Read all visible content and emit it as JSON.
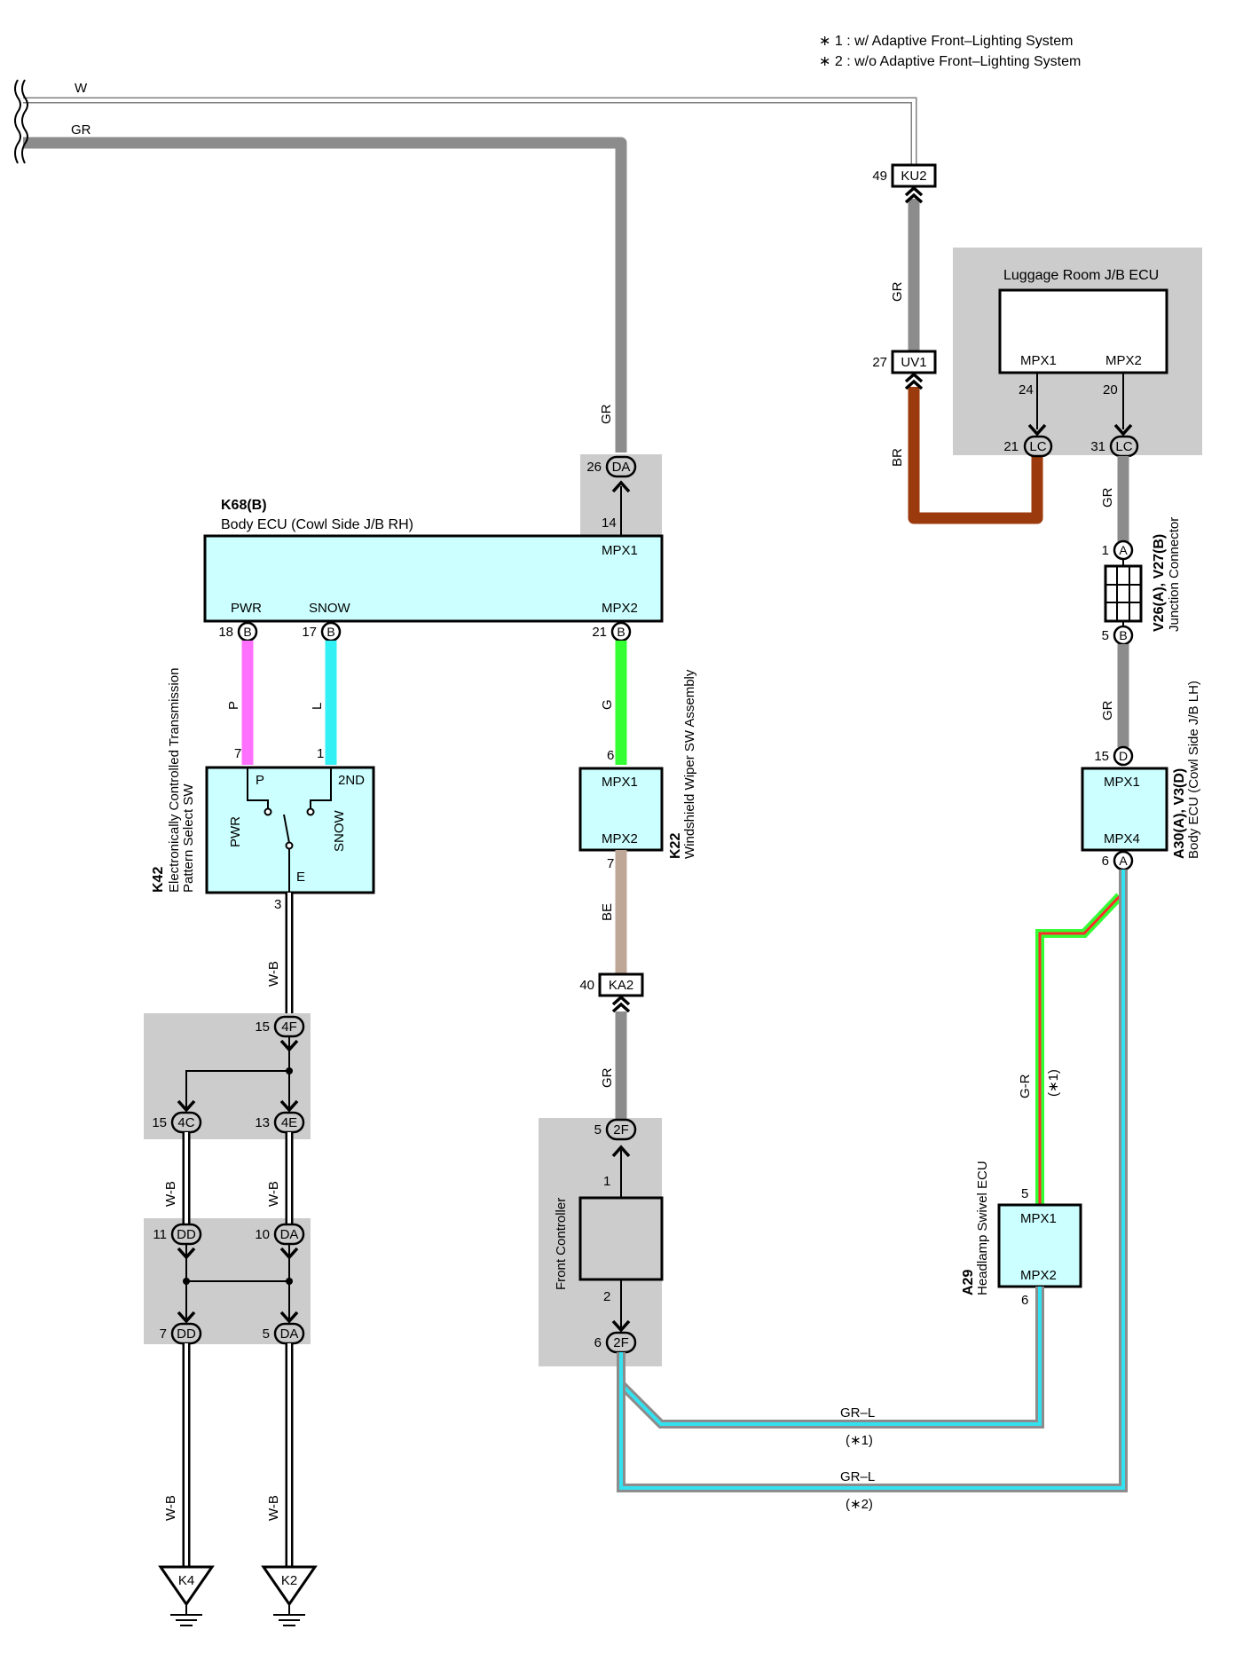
{
  "legend": {
    "note1": "∗ 1 : w/ Adaptive Front–Lighting System",
    "note2": "∗ 2 : w/o Adaptive Front–Lighting System"
  },
  "wire_colors": {
    "W": "#ffffff",
    "GR": "#8c8c8c",
    "BR": "#9b3a0c",
    "P": "#ff70ff",
    "L": "#33f0f5",
    "G": "#33ff33",
    "BE": "#bfa797",
    "W-B": "#ffffff",
    "G-R": "#ff2a2a",
    "GR-L": "#33e2f0",
    "component_fill": "#ccffff",
    "junction_shade": "#cccccc"
  },
  "wires": {
    "w_top": "W",
    "gr_top": "GR",
    "gr_da": "GR",
    "gr_ku2": "GR",
    "br": "BR",
    "gr_lc": "GR",
    "gr_v": "GR",
    "p": "P",
    "l": "L",
    "g": "G",
    "be": "BE",
    "gr_ka2": "GR",
    "wb_main": "W-B",
    "wb_left": "W-B",
    "wb_right": "W-B",
    "wb_bottom_left": "W-B",
    "wb_bottom_right": "W-B",
    "gr_r": "G-R",
    "gr_r_note": "(∗1)",
    "grl_1": "GR–L",
    "grl_1_note": "(∗1)",
    "grl_2": "GR–L",
    "grl_2_note": "(∗2)"
  },
  "connectors": {
    "ku2": {
      "pin": "49",
      "code": "KU2"
    },
    "uv1": {
      "pin": "27",
      "code": "UV1"
    },
    "ka2": {
      "pin": "40",
      "code": "KA2"
    },
    "da_top": {
      "pin": "26",
      "code": "DA"
    },
    "lc_21": {
      "pin": "21",
      "code": "LC"
    },
    "lc_31": {
      "pin": "31",
      "code": "LC"
    },
    "v_a": {
      "pin": "1",
      "code": "A"
    },
    "v_b": {
      "pin": "5",
      "code": "B"
    },
    "d15": {
      "pin": "15",
      "code": "D"
    },
    "a6": {
      "pin": "6",
      "code": "A"
    },
    "b18": {
      "pin": "18",
      "code": "B"
    },
    "b17": {
      "pin": "17",
      "code": "B"
    },
    "b21": {
      "pin": "21",
      "code": "B"
    },
    "j4f": {
      "pin": "15",
      "code": "4F"
    },
    "j4c": {
      "pin": "15",
      "code": "4C"
    },
    "j4e": {
      "pin": "13",
      "code": "4E"
    },
    "jdd11": {
      "pin": "11",
      "code": "DD"
    },
    "jda10": {
      "pin": "10",
      "code": "DA"
    },
    "jdd7": {
      "pin": "7",
      "code": "DD"
    },
    "jda5": {
      "pin": "5",
      "code": "DA"
    },
    "j2f5": {
      "pin": "5",
      "code": "2F"
    },
    "j2f6": {
      "pin": "6",
      "code": "2F"
    }
  },
  "components": {
    "luggage": {
      "title": "Luggage Room J/B ECU",
      "mpx1": "MPX1",
      "mpx2": "MPX2",
      "pin1": "24",
      "pin2": "20"
    },
    "k68": {
      "code": "K68(B)",
      "name": "Body ECU (Cowl Side J/B RH)",
      "pwr": "PWR",
      "snow": "SNOW",
      "mpx1": "MPX1",
      "mpx2": "MPX2",
      "pin14": "14"
    },
    "v26": {
      "code": "V26(A), V27(B)",
      "name": "Junction Connector"
    },
    "a30": {
      "code": "A30(A), V3(D)",
      "name": "Body ECU (Cowl Side J/B LH)",
      "mpx1": "MPX1",
      "mpx4": "MPX4"
    },
    "k42": {
      "code": "K42",
      "name1": "Electronically Controlled Transmission",
      "name2": "Pattern Select SW",
      "p": "P",
      "nd2": "2ND",
      "pwr": "PWR",
      "snow": "SNOW",
      "e": "E",
      "pin7": "7",
      "pin1": "1",
      "pin3": "3"
    },
    "k22": {
      "code": "K22",
      "name": "Windshield Wiper SW Assembly",
      "mpx1": "MPX1",
      "mpx2": "MPX2",
      "pin6": "6",
      "pin7": "7"
    },
    "front": {
      "name": "Front Controller",
      "pin1": "1",
      "pin2": "2"
    },
    "a29": {
      "code": "A29",
      "name": "Headlamp Swivel ECU",
      "mpx1": "MPX1",
      "mpx2": "MPX2",
      "pin5": "5",
      "pin6": "6"
    },
    "grounds": {
      "k4": "K4",
      "k2": "K2"
    }
  }
}
